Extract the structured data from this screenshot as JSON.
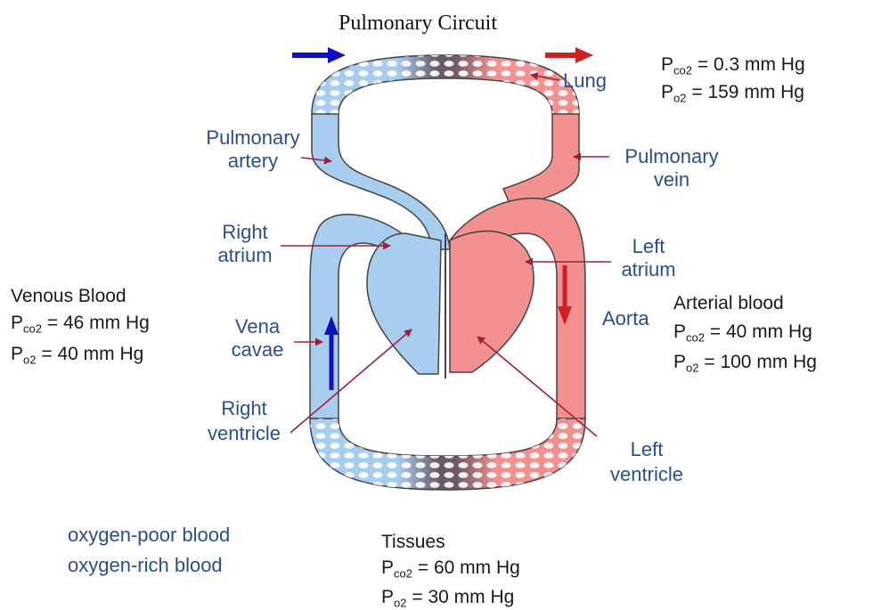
{
  "title": "Pulmonary Circuit",
  "colors": {
    "oxygen_poor": "#a9cdef",
    "oxygen_rich": "#f39090",
    "label": "#2a4f8f",
    "pointer": "#a0203a"
  },
  "labels": {
    "lung": "Lung",
    "pulmonary_artery": [
      "Pulmonary",
      "artery"
    ],
    "pulmonary_vein": [
      "Pulmonary",
      "vein"
    ],
    "right_atrium": [
      "Right",
      "atrium"
    ],
    "left_atrium": [
      "Left",
      "atrium"
    ],
    "vena_cavae": [
      "Vena",
      "cavae"
    ],
    "aorta": "Aorta",
    "right_ventricle": [
      "Right",
      "ventricle"
    ],
    "left_ventricle": [
      "Left",
      "ventricle"
    ]
  },
  "lung_gases": {
    "pco2": {
      "prefix": "P",
      "sub": "co",
      "sub2": "2",
      "value": " = 0.3 mm Hg"
    },
    "po2": {
      "prefix": "P",
      "sub": "o",
      "sub2": "2",
      "value": " = 159 mm Hg"
    }
  },
  "venous": {
    "heading": "Venous Blood",
    "pco2": {
      "prefix": "P",
      "sub": "co",
      "sub2": "2",
      "value": " = 46 mm Hg"
    },
    "po2": {
      "prefix": "P",
      "sub": "o",
      "sub2": "2",
      "value": " = 40 mm Hg"
    }
  },
  "arterial": {
    "heading": "Arterial blood",
    "pco2": {
      "prefix": "P",
      "sub": "co",
      "sub2": "2",
      "value": " = 40 mm Hg"
    },
    "po2": {
      "prefix": "P",
      "sub": "o",
      "sub2": "2",
      "value": " = 100 mm Hg"
    }
  },
  "tissues": {
    "heading": "Tissues",
    "pco2": {
      "prefix": "P",
      "sub": "co",
      "sub2": "2",
      "value": " = 60 mm Hg"
    },
    "po2": {
      "prefix": "P",
      "sub": "o",
      "sub2": "2",
      "value": " = 30 mm Hg"
    }
  },
  "legend": {
    "poor": "oxygen-poor blood",
    "rich": "oxygen-rich blood"
  }
}
